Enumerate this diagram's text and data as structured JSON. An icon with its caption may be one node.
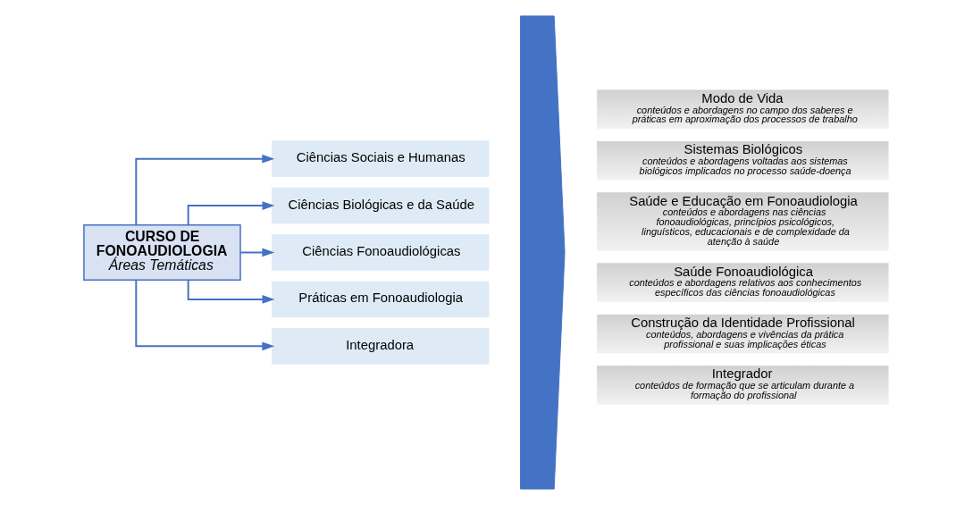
{
  "diagram": {
    "nodes": [
      {
        "text": [
          "CURSO DE FONOAUDIOLOGIA",
          "Áreas Temáticas"
        ]
      },
      {
        "text": [
          "Ciências Sociais e Humanas"
        ]
      },
      {
        "text": [
          "Ciências Biológicas e da Saúde"
        ]
      },
      {
        "text": [
          "Ciências Fonoaudiológicas"
        ]
      },
      {
        "text": [
          "Práticas em Fonoaudiologia"
        ]
      },
      {
        "text": [
          "Integradora"
        ]
      },
      {
        "text": [],
        "shape": "chevron"
      },
      {
        "text": [
          "Modo de Vida",
          "conteúdos e abordagens no campo dos saberes e práticas em aproximação dos processos de trabalho"
        ]
      },
      {
        "text": [
          "Sistemas Biológicos",
          "conteúdos e abordagens voltadas aos sistemas biológicos implicados no processo saúde-doença"
        ]
      },
      {
        "text": [
          "Saúde e Educação em Fonoaudiologia",
          "conteúdos e abordagens nas ciências fonoaudiológicas, princípios psicológicos, linguísticos, educacionais e de complexidade da atenção à saúde"
        ]
      },
      {
        "text": [
          "Saúde Fonoaudiológica",
          "conteúdos e abordagens relativos aos conhecimentos específicos das ciências fonoaudiológicas"
        ]
      },
      {
        "text": [
          "Construção da Identidade Profissional",
          "conteúdos, abordagens e vivências da prática profissional e suas implicações éticas"
        ]
      },
      {
        "text": [
          "Integrador",
          "conteúdos de formação que se articulam durante a formação do profissional"
        ]
      }
    ],
    "edges": [
      {
        "from": 0,
        "to": 1,
        "arrow": "to"
      },
      {
        "from": 0,
        "to": 2,
        "arrow": "to"
      },
      {
        "from": 0,
        "to": 3,
        "arrow": "to"
      },
      {
        "from": 0,
        "to": 4,
        "arrow": "to"
      },
      {
        "from": 0,
        "to": 5,
        "arrow": "to"
      }
    ]
  }
}
